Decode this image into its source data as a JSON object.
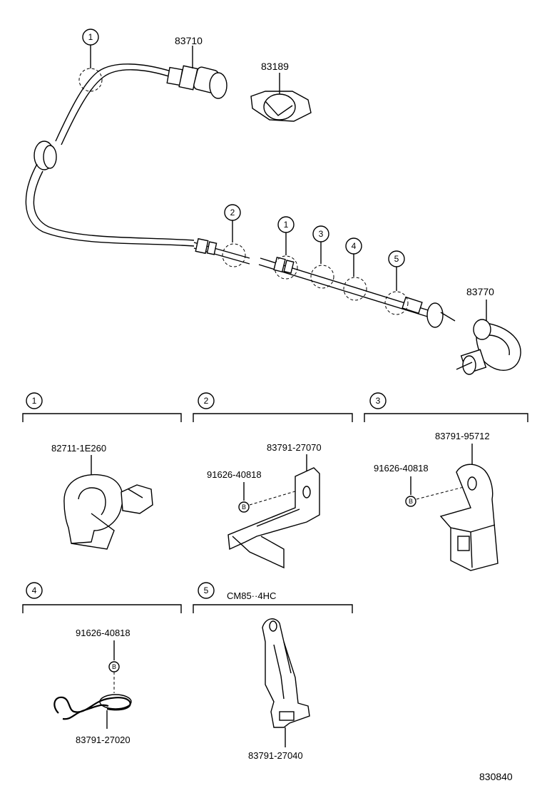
{
  "main_parts": {
    "sensor_assembly": "83710",
    "clamp": "83189",
    "cable_end": "83770"
  },
  "callouts": {
    "c1": "1",
    "c2": "2",
    "c3": "3",
    "c4": "4",
    "c5": "5"
  },
  "details": {
    "d1": {
      "number": "1",
      "part": "82711-1E260"
    },
    "d2": {
      "number": "2",
      "part": "83791-27070",
      "bolt": "91626-40818",
      "bolt_mark": "B"
    },
    "d3": {
      "number": "3",
      "part": "83791-95712",
      "bolt": "91626-40818",
      "bolt_mark": "B"
    },
    "d4": {
      "number": "4",
      "bolt": "91626-40818",
      "bolt_mark": "B",
      "part": "83791-27020"
    },
    "d5": {
      "number": "5",
      "note": "CM85··4HC",
      "part": "83791-27040"
    }
  },
  "diagram_code": "830840"
}
